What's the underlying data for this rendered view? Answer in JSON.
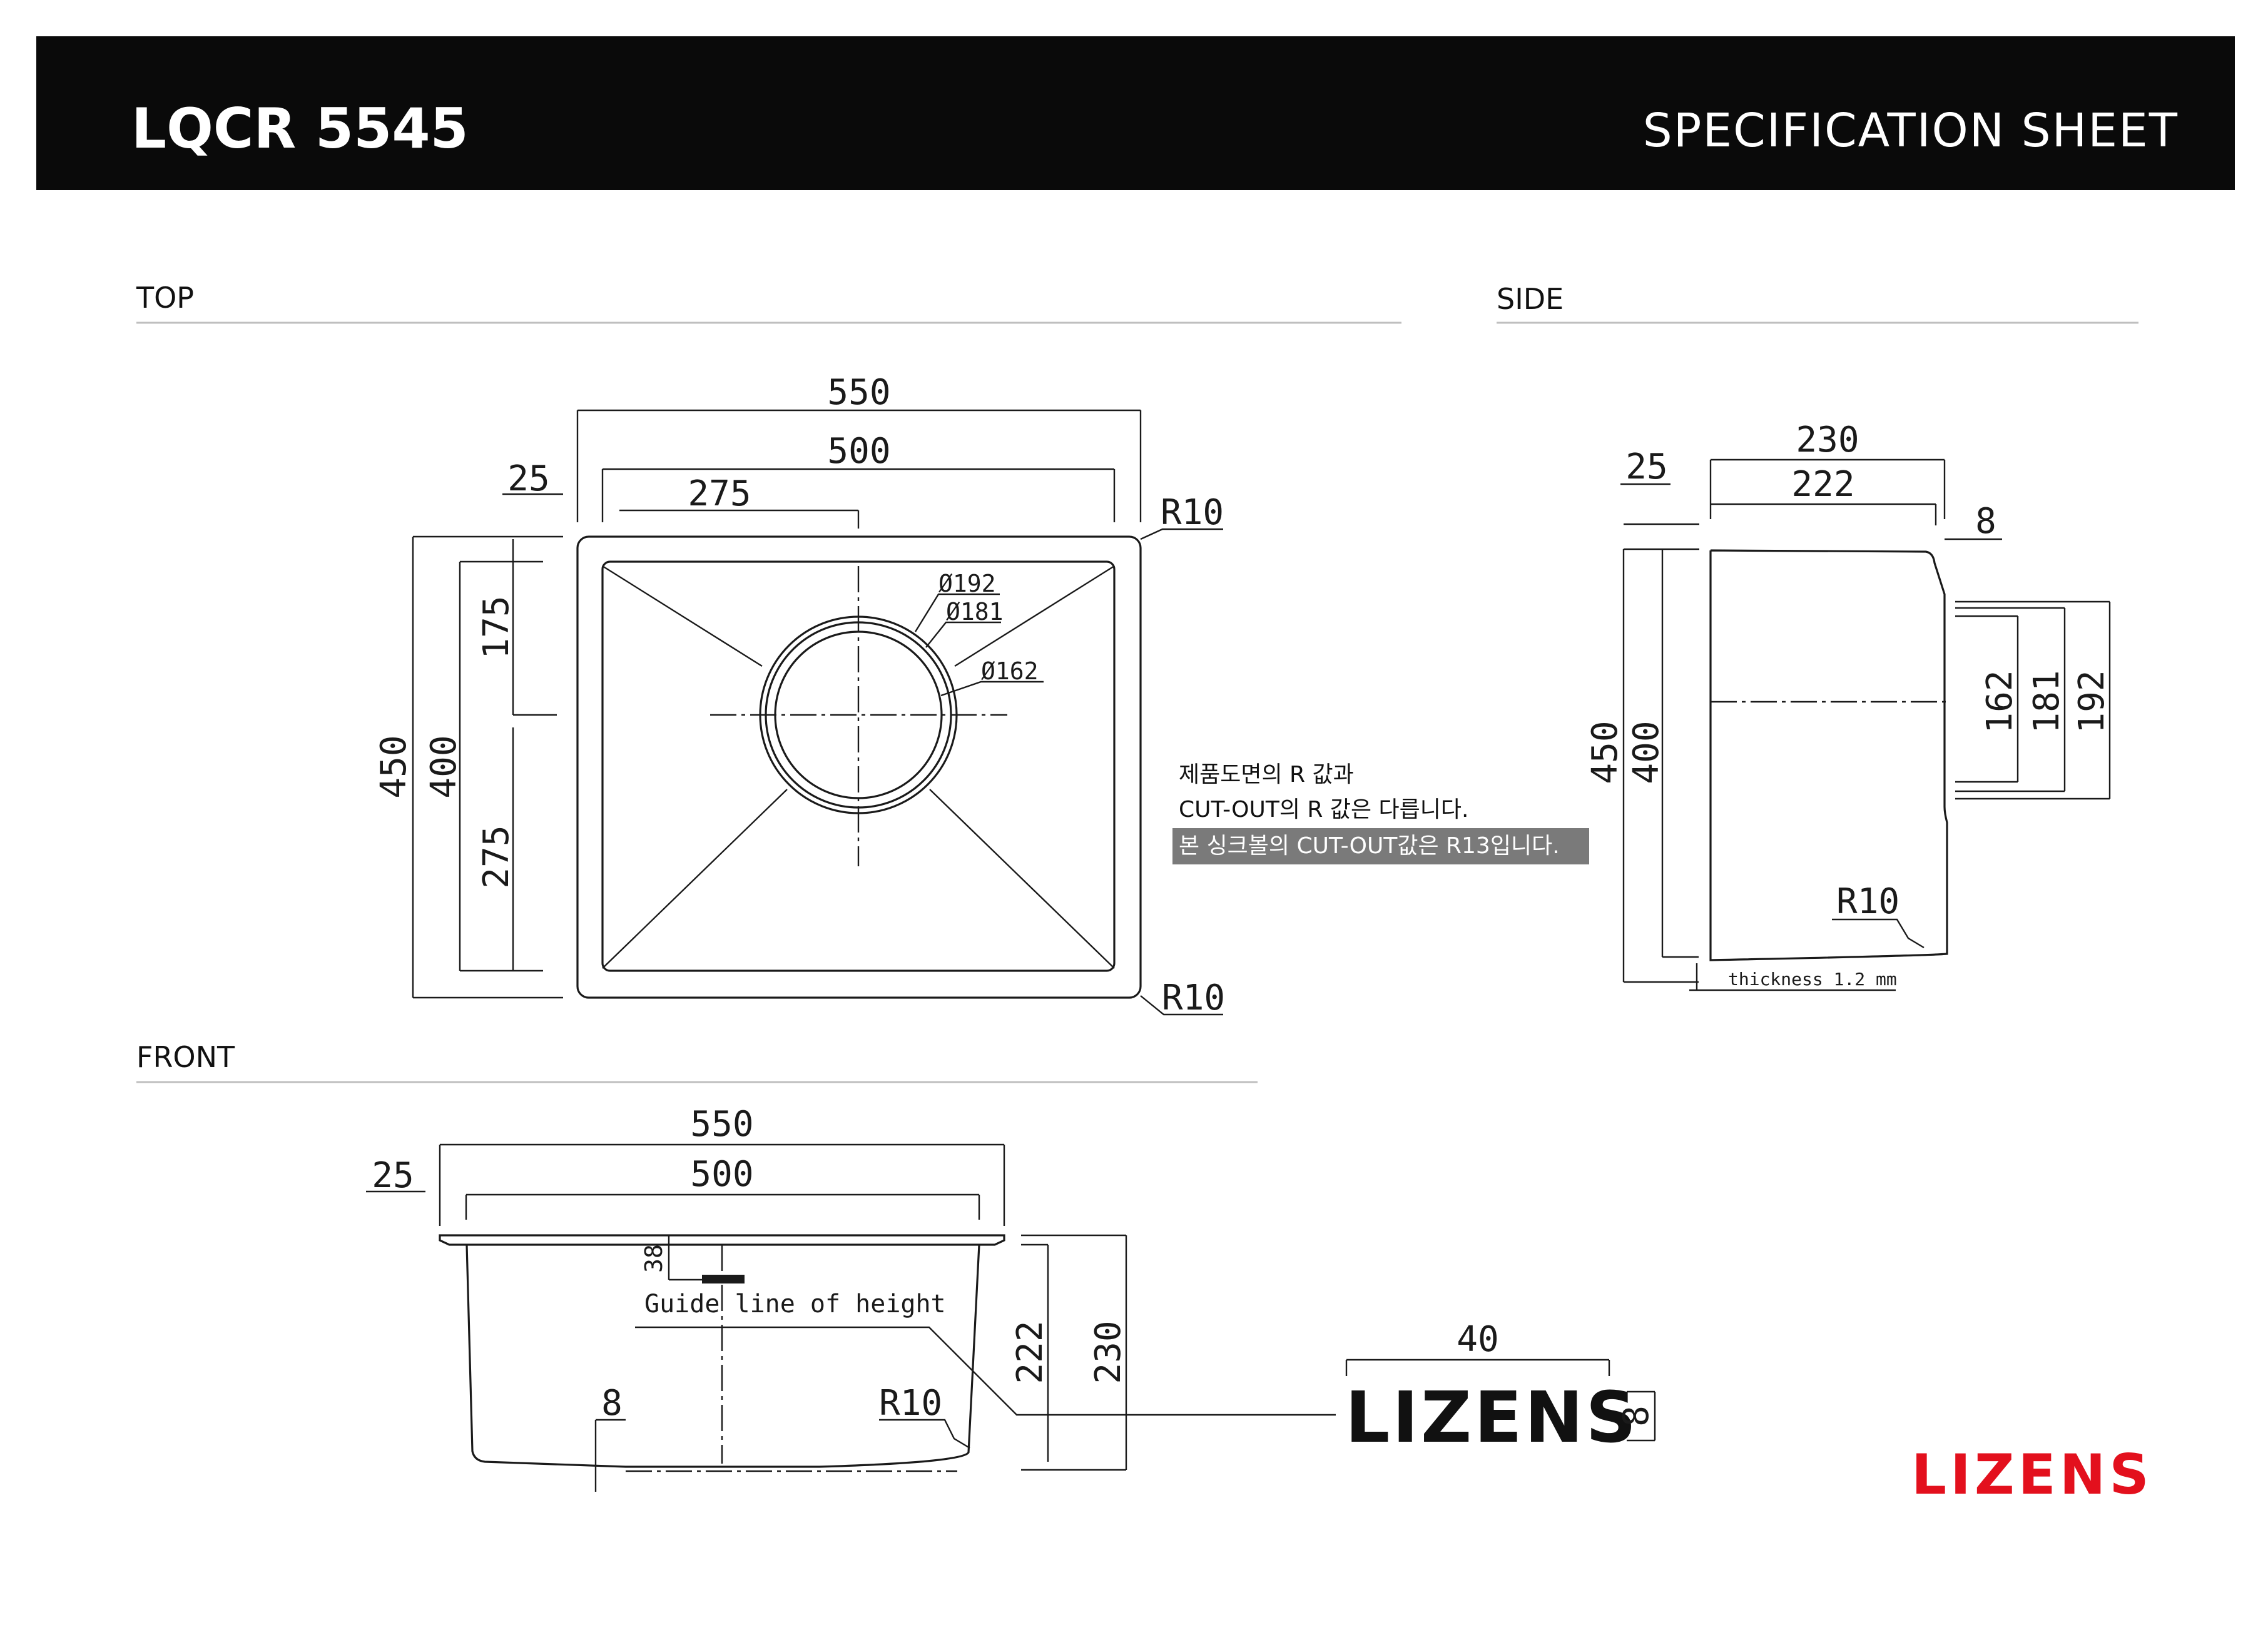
{
  "header": {
    "model": "LQCR 5545",
    "doc_type": "SPECIFICATION SHEET"
  },
  "sections": {
    "top": "TOP",
    "side": "SIDE",
    "front": "FRONT"
  },
  "top_view": {
    "overall_width": "550",
    "inner_width": "500",
    "drain_offset_x": "275",
    "flange_x": "25",
    "corner_radius_outer": "R10",
    "corner_radius_inner": "R10",
    "overall_depth": "450",
    "inner_depth": "400",
    "drain_offset_top": "175",
    "drain_offset_bottom": "275",
    "drain_dia_1": "Ø192",
    "drain_dia_2": "Ø181",
    "drain_dia_3": "Ø162"
  },
  "note": {
    "line1": "제품도면의 R 값과",
    "line2": "CUT-OUT의 R 값은 다릅니다.",
    "line3": "본 싱크볼의 CUT-OUT값은 R13입니다."
  },
  "side_view": {
    "overall_height": "230",
    "inner_height": "222",
    "flange": "25",
    "offset": "8",
    "overall_depth": "450",
    "inner_depth": "400",
    "drain_dia_1": "162",
    "drain_dia_2": "181",
    "drain_dia_3": "192",
    "radius": "R10",
    "thickness": "thickness 1.2 mm"
  },
  "front_view": {
    "overall_width": "550",
    "inner_width": "500",
    "flange": "25",
    "guide_height": "38",
    "guide_label": "Guide line of height",
    "offset": "8",
    "radius": "R10",
    "inner_height": "222",
    "overall_height": "230"
  },
  "logo_detail": {
    "width": "40",
    "height": "8",
    "text": "LIZENS"
  },
  "brand": {
    "logo_text": "LIZENS",
    "color": "#e3101d"
  }
}
